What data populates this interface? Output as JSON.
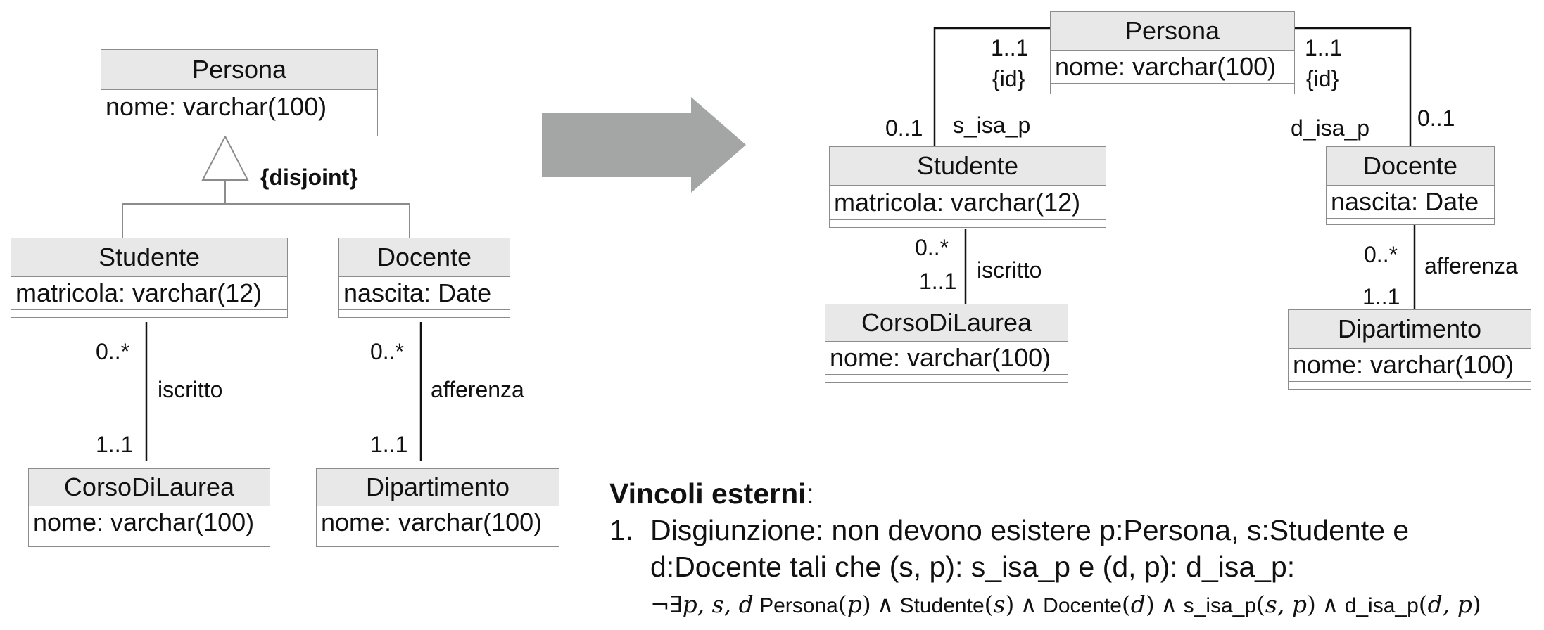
{
  "left": {
    "persona": {
      "name": "Persona",
      "attr": "nome: varchar(100)"
    },
    "studente": {
      "name": "Studente",
      "attr": "matricola: varchar(12)"
    },
    "docente": {
      "name": "Docente",
      "attr": "nascita: Date"
    },
    "corso": {
      "name": "CorsoDiLaurea",
      "attr": "nome: varchar(100)"
    },
    "dipartimento": {
      "name": "Dipartimento",
      "attr": "nome: varchar(100)"
    },
    "constraint": "{disjoint}",
    "iscritto": {
      "label": "iscritto",
      "top": "0..*",
      "bottom": "1..1"
    },
    "afferenza": {
      "label": "afferenza",
      "top": "0..*",
      "bottom": "1..1"
    }
  },
  "right": {
    "persona": {
      "name": "Persona",
      "attr": "nome: varchar(100)"
    },
    "studente": {
      "name": "Studente",
      "attr": "matricola: varchar(12)"
    },
    "docente": {
      "name": "Docente",
      "attr": "nascita: Date"
    },
    "corso": {
      "name": "CorsoDiLaurea",
      "attr": "nome: varchar(100)"
    },
    "dipartimento": {
      "name": "Dipartimento",
      "attr": "nome: varchar(100)"
    },
    "s_isa_p": {
      "label": "s_isa_p",
      "persona_mult": "1..1",
      "persona_id": "{id}",
      "studente_mult": "0..1"
    },
    "d_isa_p": {
      "label": "d_isa_p",
      "persona_mult": "1..1",
      "persona_id": "{id}",
      "docente_mult": "0..1"
    },
    "iscritto": {
      "label": "iscritto",
      "top": "0..*",
      "bottom": "1..1"
    },
    "afferenza": {
      "label": "afferenza",
      "top": "0..*",
      "bottom": "1..1"
    }
  },
  "footer": {
    "title_bold": "Vincoli esterni",
    "title_colon": ":",
    "item_number": "1.",
    "item_line1": "Disgiunzione: non devono esistere p:Persona, s:Studente e",
    "item_line2": "d:Docente tali che (s, p): s_isa_p e (d, p): d_isa_p:",
    "formula": {
      "neg": "¬",
      "exists": "∃",
      "vars": "p, s, d",
      "persona": "Persona",
      "p": "p",
      "and": "∧",
      "studente": "Studente",
      "s": "s",
      "docente": "Docente",
      "d": "d",
      "s_isa_p": "s_isa_p",
      "sp": "s, p",
      "d_isa_p": "d_isa_p",
      "dp": "d, p"
    }
  },
  "colors": {
    "header_fill": "#e8e8e8",
    "border": "#8c8c8c",
    "arrow": "#a4a6a5"
  }
}
